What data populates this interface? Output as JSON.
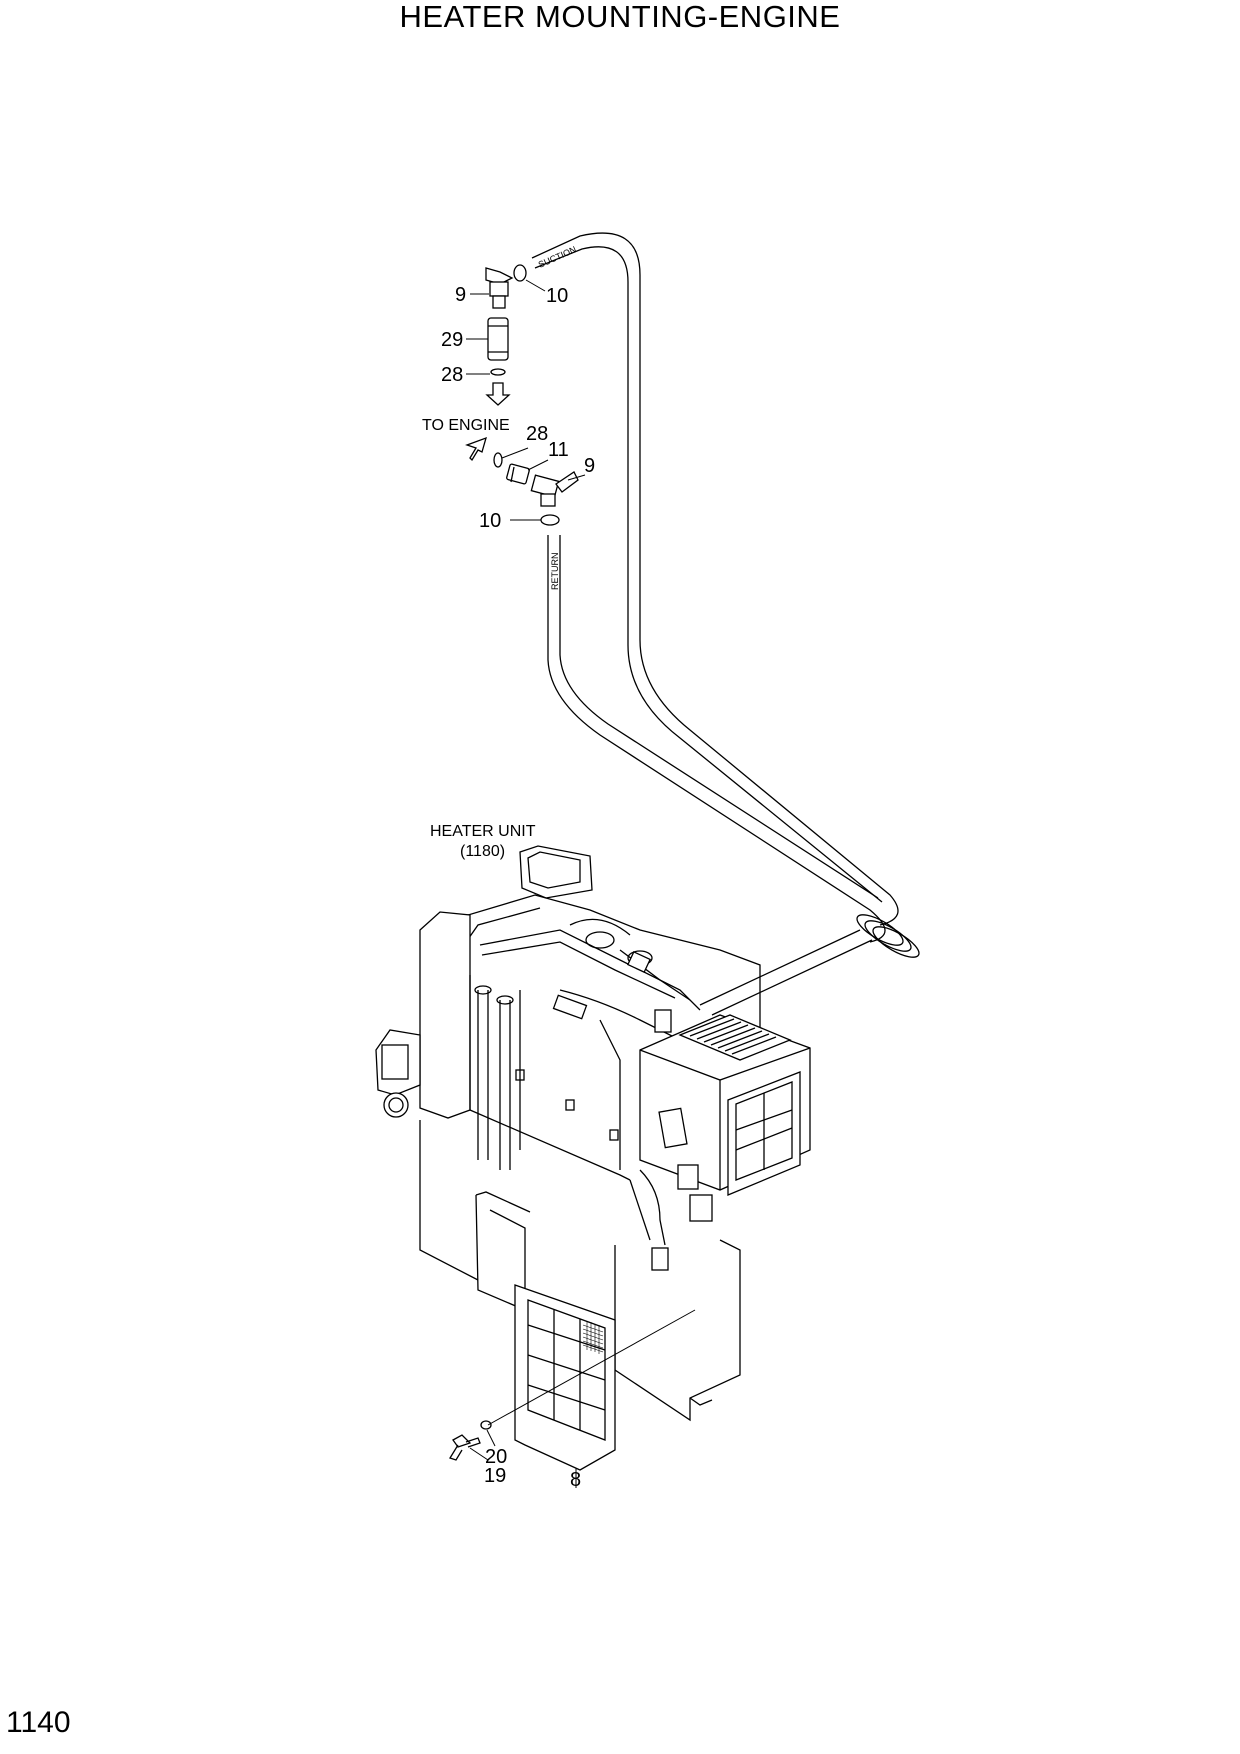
{
  "title": "HEATER MOUNTING-ENGINE",
  "page_number": "1140",
  "notes": {
    "to_engine": "TO ENGINE",
    "heater_unit": "HEATER UNIT",
    "heater_unit_ref": "(1180)"
  },
  "hose_labels": {
    "suction": "SUCTION",
    "return": "RETURN"
  },
  "callouts": {
    "c9a": "9",
    "c10a": "10",
    "c29": "29",
    "c28a": "28",
    "c28b": "28",
    "c11": "11",
    "c9b": "9",
    "c10b": "10",
    "c20": "20",
    "c19": "19",
    "c8": "8"
  }
}
